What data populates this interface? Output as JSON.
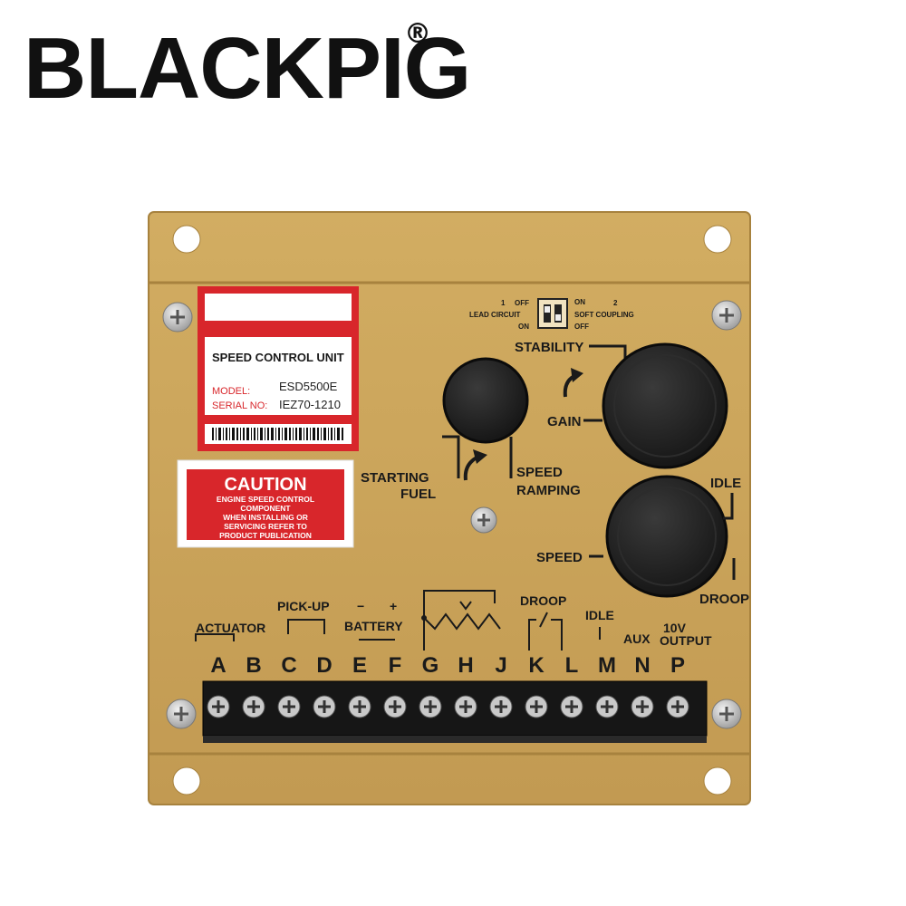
{
  "brand": {
    "name": "BLACKPIG",
    "registered_mark": "®"
  },
  "label": {
    "title": "SPEED CONTROL UNIT",
    "model_key": "MODEL:",
    "model_value": "ESD5500E",
    "serial_key": "SERIAL NO:",
    "serial_value": "IEZ70-1210"
  },
  "caution": {
    "title": "CAUTION",
    "line1": "ENGINE SPEED CONTROL",
    "line2": "COMPONENT",
    "line3": "WHEN INSTALLING OR",
    "line4": "SERVICING REFER TO",
    "line5": "PRODUCT PUBLICATION"
  },
  "dip": {
    "num1": "1",
    "num2": "2",
    "off_left": "OFF",
    "on_left": "ON",
    "on_right": "ON",
    "off_right": "OFF",
    "lead_circuit": "LEAD CIRCUIT",
    "soft_coupling": "SOFT COUPLING"
  },
  "controls": {
    "stability": "STABILITY",
    "gain": "GAIN",
    "starting": "STARTING",
    "fuel": "FUEL",
    "speed_ramp": "SPEED",
    "ramping": "RAMPING",
    "idle_top": "IDLE",
    "speed": "SPEED",
    "droop_bottom": "DROOP"
  },
  "terminals": {
    "actuator": "ACTUATOR",
    "pickup": "PICK-UP",
    "minus": "−",
    "plus": "+",
    "battery": "BATTERY",
    "droop": "DROOP",
    "idle": "IDLE",
    "aux": "AUX",
    "output_10v": "10V",
    "output": "OUTPUT",
    "letters": [
      "A",
      "B",
      "C",
      "D",
      "E",
      "F",
      "G",
      "H",
      "J",
      "K",
      "L",
      "M",
      "N",
      "P"
    ]
  },
  "colors": {
    "panel": "#c9a258",
    "label_red": "#d8262b",
    "knob": "#1e1e1e"
  }
}
